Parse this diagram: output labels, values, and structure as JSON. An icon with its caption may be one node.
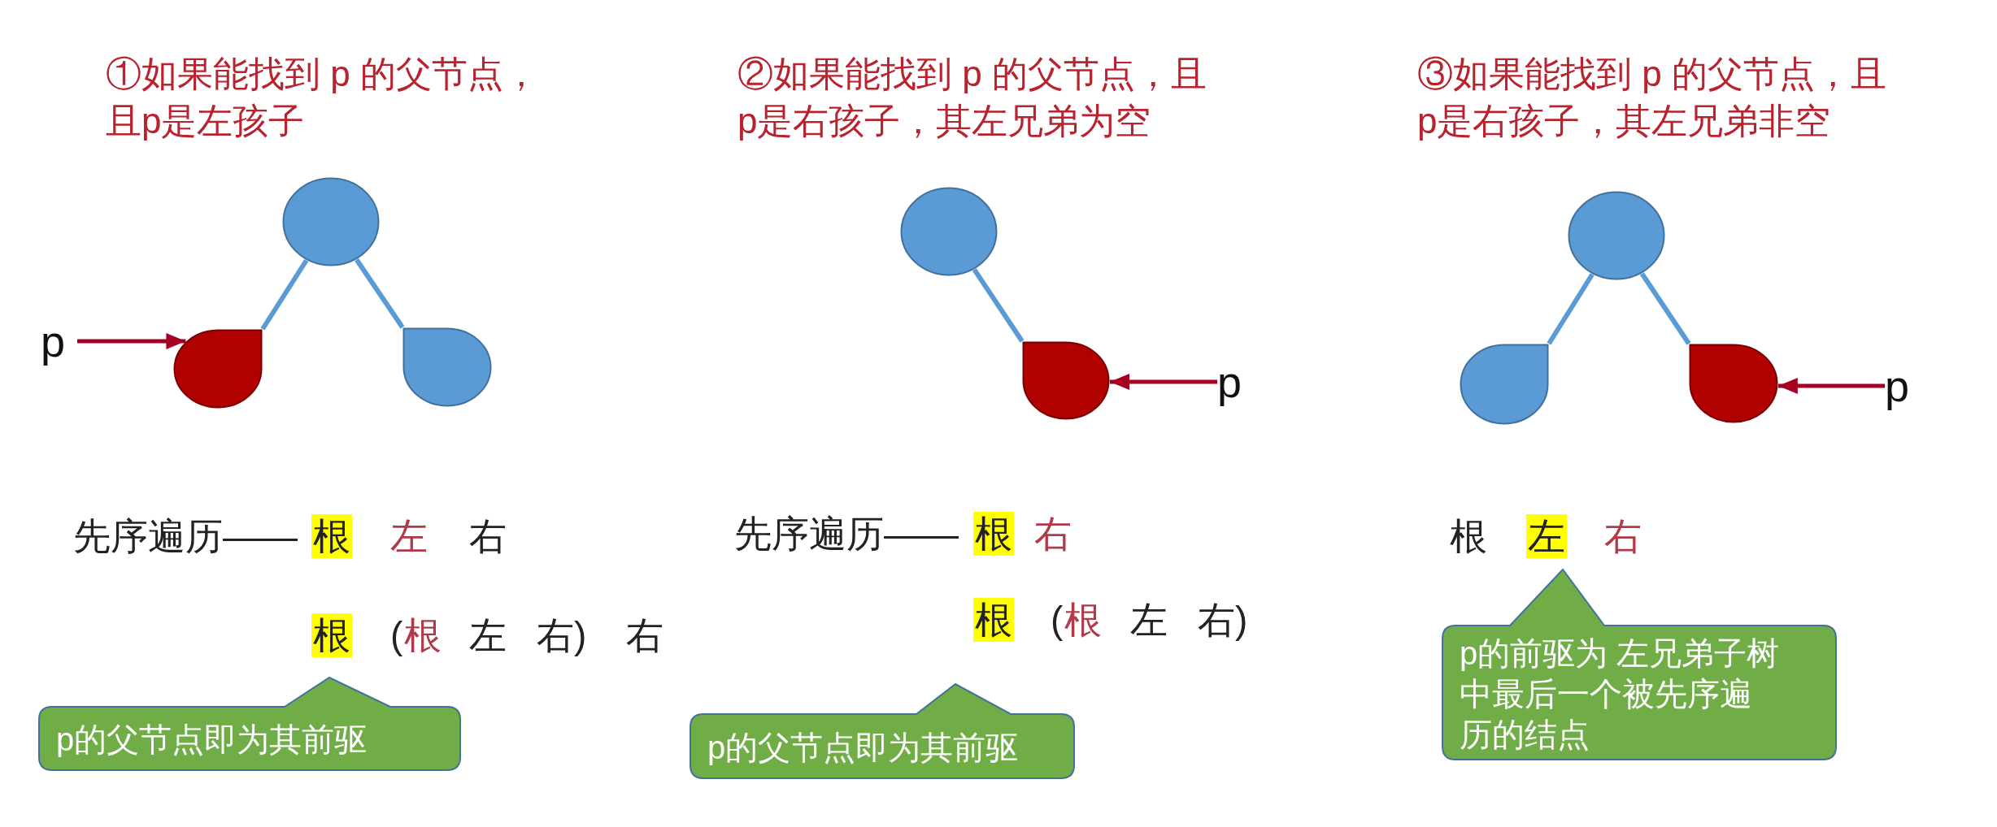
{
  "diagram": {
    "nodes": [
      {
        "text": [],
        "shape": "circle"
      },
      {
        "text": [
          "p"
        ]
      },
      {
        "text": [],
        "shape": "teardrop"
      },
      {
        "text": [],
        "shape": "teardrop"
      },
      {
        "text": [
          "p的父节点即为其前驱"
        ]
      },
      {
        "text": [],
        "shape": "circle"
      },
      {
        "text": [],
        "shape": "teardrop"
      },
      {
        "text": [
          "p"
        ]
      },
      {
        "text": [
          "p的父节点即为其前驱"
        ]
      },
      {
        "text": [],
        "shape": "circle"
      },
      {
        "text": [],
        "shape": "teardrop"
      },
      {
        "text": [],
        "shape": "teardrop"
      },
      {
        "text": [
          "p"
        ]
      },
      {
        "text": [
          "p的前驱为 左兄弟子树中最后一个被先序遍历的结点"
        ]
      }
    ],
    "edges": [
      {
        "from": 0,
        "to": 2,
        "arrow": "none"
      },
      {
        "from": 0,
        "to": 3,
        "arrow": "none"
      },
      {
        "from": 1,
        "to": 2,
        "arrow": "to",
        "color": "#a50021"
      },
      {
        "from": 5,
        "to": 6,
        "arrow": "none"
      },
      {
        "from": 7,
        "to": 6,
        "arrow": "to",
        "color": "#a50021"
      },
      {
        "from": 9,
        "to": 10,
        "arrow": "none"
      },
      {
        "from": 9,
        "to": 11,
        "arrow": "none"
      },
      {
        "from": 12,
        "to": 11,
        "arrow": "to",
        "color": "#a50021"
      }
    ],
    "labels": [
      "①如果能找到 p 的父节点，且p是左孩子",
      "②如果能找到 p 的父节点，且p是右孩子，其左兄弟为空",
      "③如果能找到 p 的父节点，且p是右孩子，其左兄弟非空",
      "先序遍历——",
      "根",
      "左",
      "右",
      "先序遍历——",
      "根",
      "右",
      "根",
      "左",
      "右",
      "根",
      "(",
      "根",
      "左",
      "右)",
      "右",
      "根",
      "(",
      "根",
      "左",
      "右)"
    ]
  }
}
